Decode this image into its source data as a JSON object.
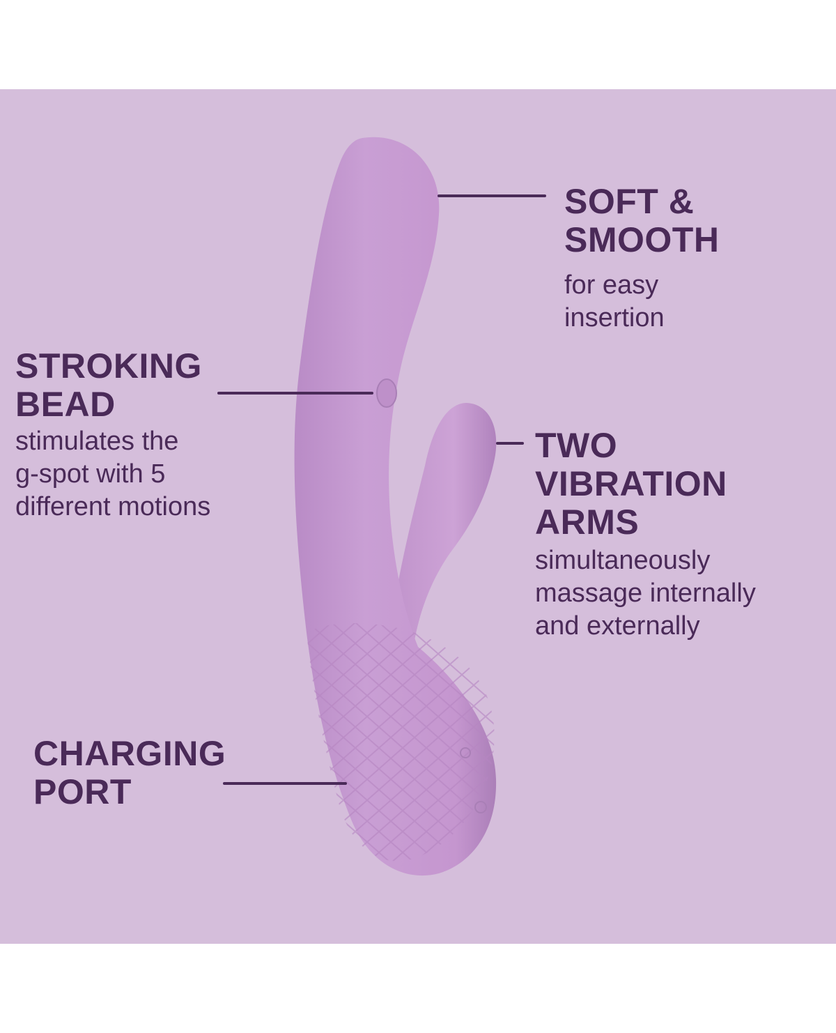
{
  "colors": {
    "background": "#ffffff",
    "panel": "#d5bedb",
    "text": "#4a2a58",
    "product_body": "#c79bd2",
    "product_shadow": "#a97fb6"
  },
  "callouts": {
    "soft_smooth": {
      "title_lines": [
        "SOFT &",
        "SMOOTH"
      ],
      "desc_lines": [
        "for easy",
        "insertion"
      ]
    },
    "stroking_bead": {
      "title_lines": [
        "STROKING",
        "BEAD"
      ],
      "desc_lines": [
        "stimulates the",
        "g-spot with 5",
        "different motions"
      ]
    },
    "two_arms": {
      "title_lines": [
        "TWO",
        "VIBRATION",
        "ARMS"
      ],
      "desc_lines": [
        "simultaneously",
        "massage internally",
        "and externally"
      ]
    },
    "charging_port": {
      "title_lines": [
        "CHARGING",
        "PORT"
      ]
    }
  }
}
